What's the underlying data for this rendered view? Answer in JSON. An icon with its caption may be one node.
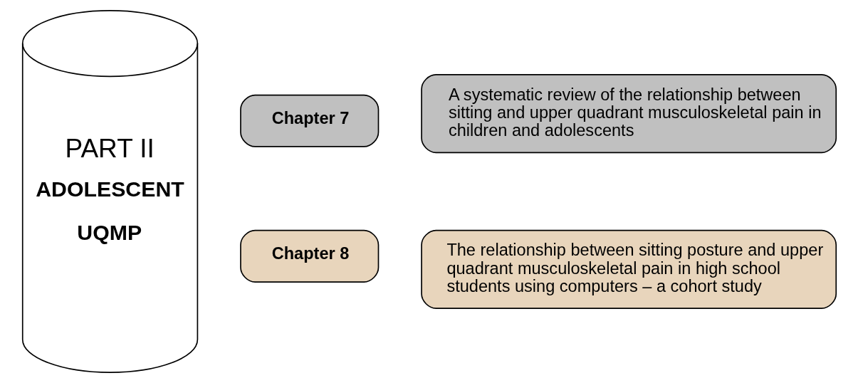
{
  "diagram": {
    "nodes": [
      {
        "text": [
          "PART II",
          "ADOLESCENT UQMP"
        ]
      },
      {
        "text": [
          "Chapter 7"
        ]
      },
      {
        "text": [
          "A systematic review of the relationship between sitting and upper quadrant musculoskeletal pain in children and adolescents"
        ]
      },
      {
        "text": [
          "Chapter 8"
        ]
      },
      {
        "text": [
          "The relationship between sitting posture and upper quadrant musculoskeletal pain in high school students using computers – a cohort study"
        ]
      }
    ],
    "edges": []
  }
}
